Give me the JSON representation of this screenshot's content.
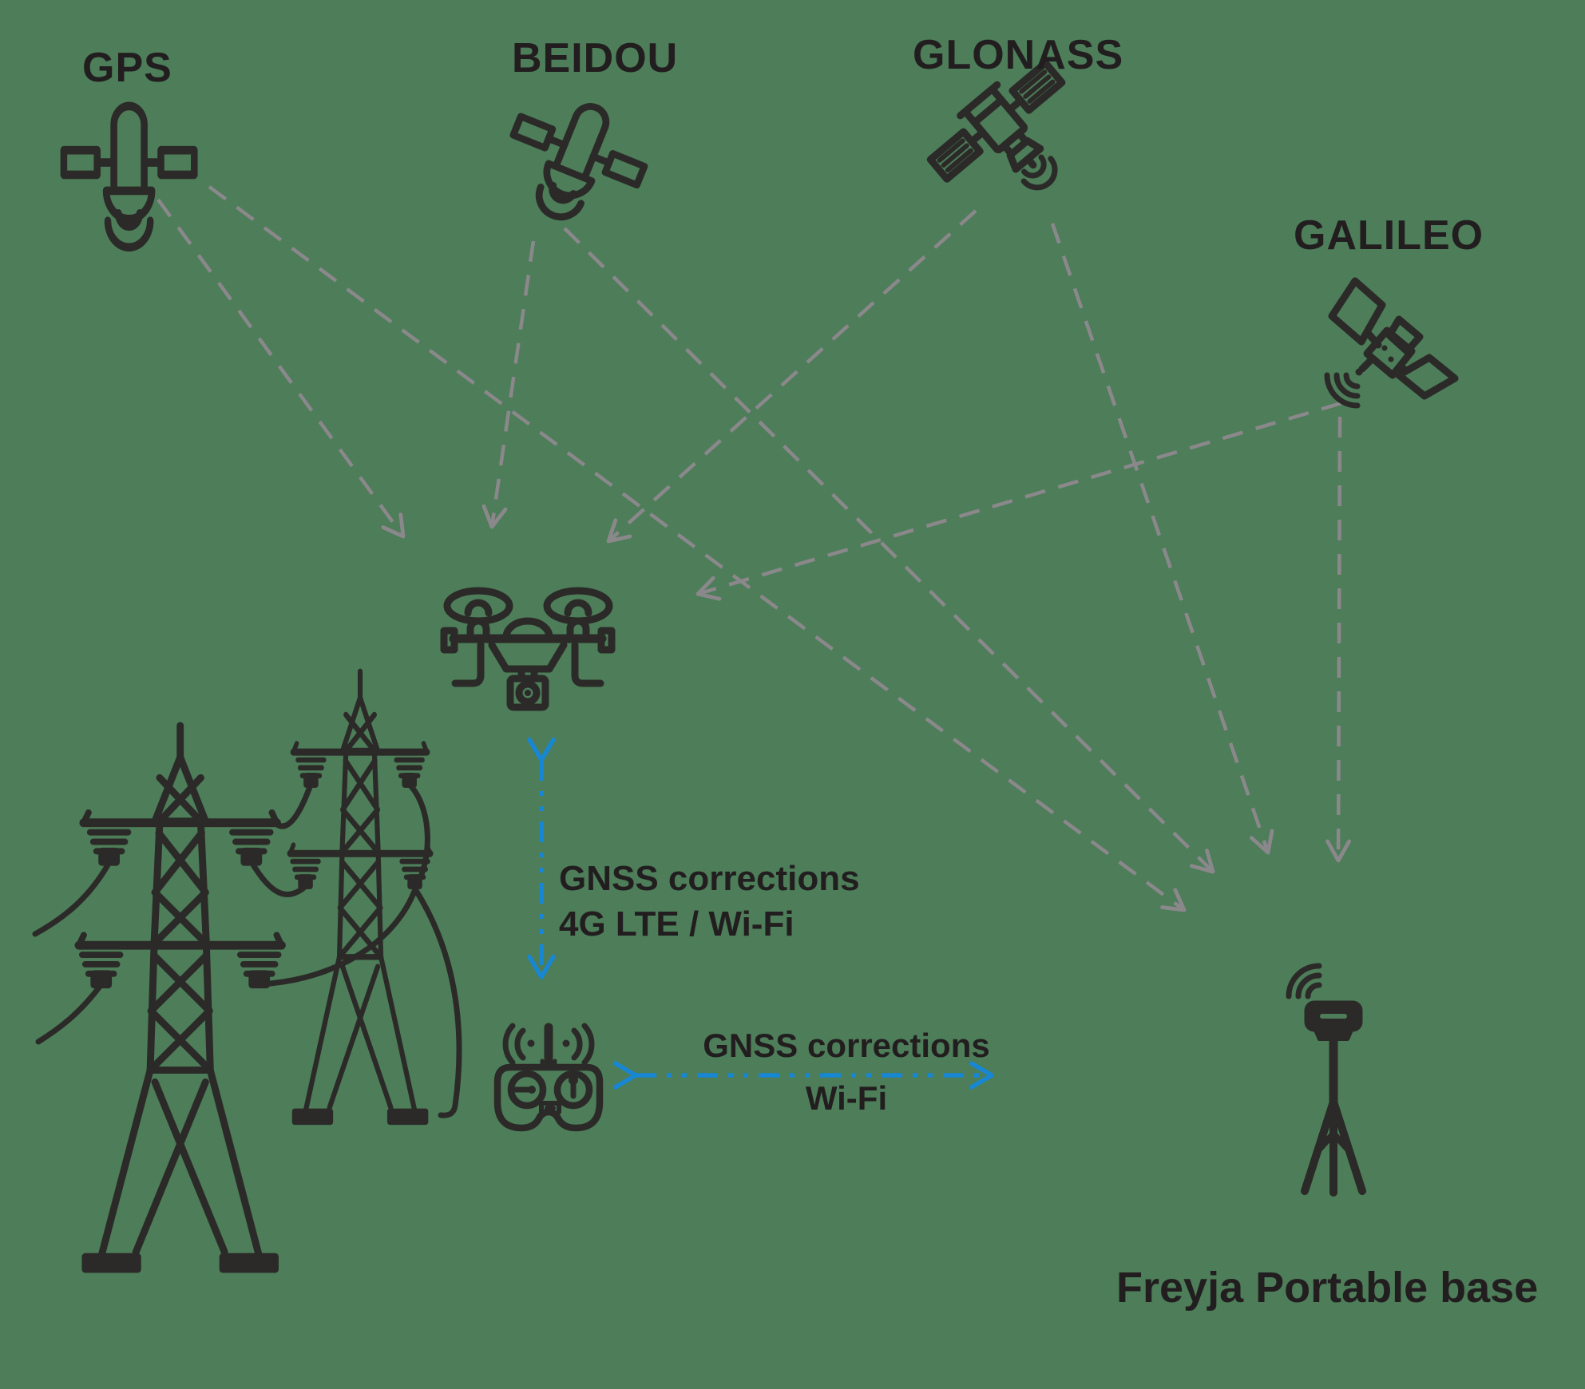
{
  "title": "GNSS corrections diagram",
  "colors": {
    "background": "#4d7d59",
    "ink": "#2b2a28",
    "dash": "#8b888c",
    "accent": "#1787d3",
    "text": "#221e1f"
  },
  "satellites": [
    {
      "id": "gps",
      "label": "GPS"
    },
    {
      "id": "beidou",
      "label": "BEIDOU"
    },
    {
      "id": "glonass",
      "label": "GLONASS"
    },
    {
      "id": "galileo",
      "label": "GALILEO"
    }
  ],
  "base": {
    "label": "Freyja Portable base"
  },
  "links": {
    "drone_controller": {
      "line1": "GNSS corrections",
      "line2": "4G LTE / Wi-Fi"
    },
    "controller_base": {
      "line1": "GNSS corrections",
      "line2": "Wi-Fi"
    }
  },
  "icons": [
    "gps-satellite-icon",
    "beidou-satellite-icon",
    "glonass-satellite-icon",
    "galileo-satellite-icon",
    "drone-icon",
    "power-towers-icon",
    "rc-controller-icon",
    "base-station-icon",
    "signal-dashed-arrows",
    "blue-correction-arrows"
  ]
}
